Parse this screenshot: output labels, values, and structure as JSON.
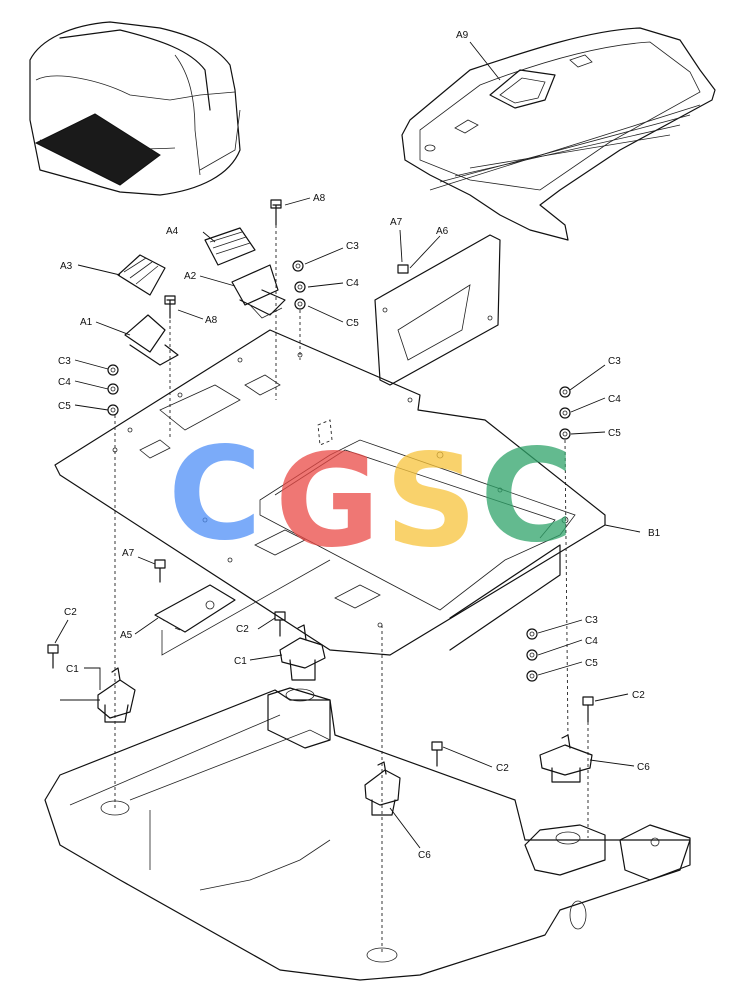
{
  "labels": {
    "a9": "A9",
    "a8_top": "A8",
    "a8_mid": "A8",
    "a7_top": "A7",
    "a7_low": "A7",
    "a6": "A6",
    "a4": "A4",
    "a3": "A3",
    "a2": "A2",
    "a1": "A1",
    "a5": "A5",
    "c3_a": "C3",
    "c4_a": "C4",
    "c5_a": "C5",
    "c3_b": "C3",
    "c4_b": "C4",
    "c5_b": "C5",
    "c3_c": "C3",
    "c4_c": "C4",
    "c5_c": "C5",
    "c3_d": "C3",
    "c4_d": "C4",
    "c5_d": "C5",
    "b1": "B1",
    "c2_a": "C2",
    "c2_b": "C2",
    "c2_c": "C2",
    "c2_d": "C2",
    "c1_a": "C1",
    "c1_b": "C1",
    "c6_a": "C6",
    "c6_b": "C6"
  },
  "watermark": {
    "letters": [
      "C",
      "G",
      "S",
      "C"
    ],
    "colors": [
      "#4f8ff7",
      "#ea4a46",
      "#f8c43c",
      "#2fa46a"
    ]
  }
}
